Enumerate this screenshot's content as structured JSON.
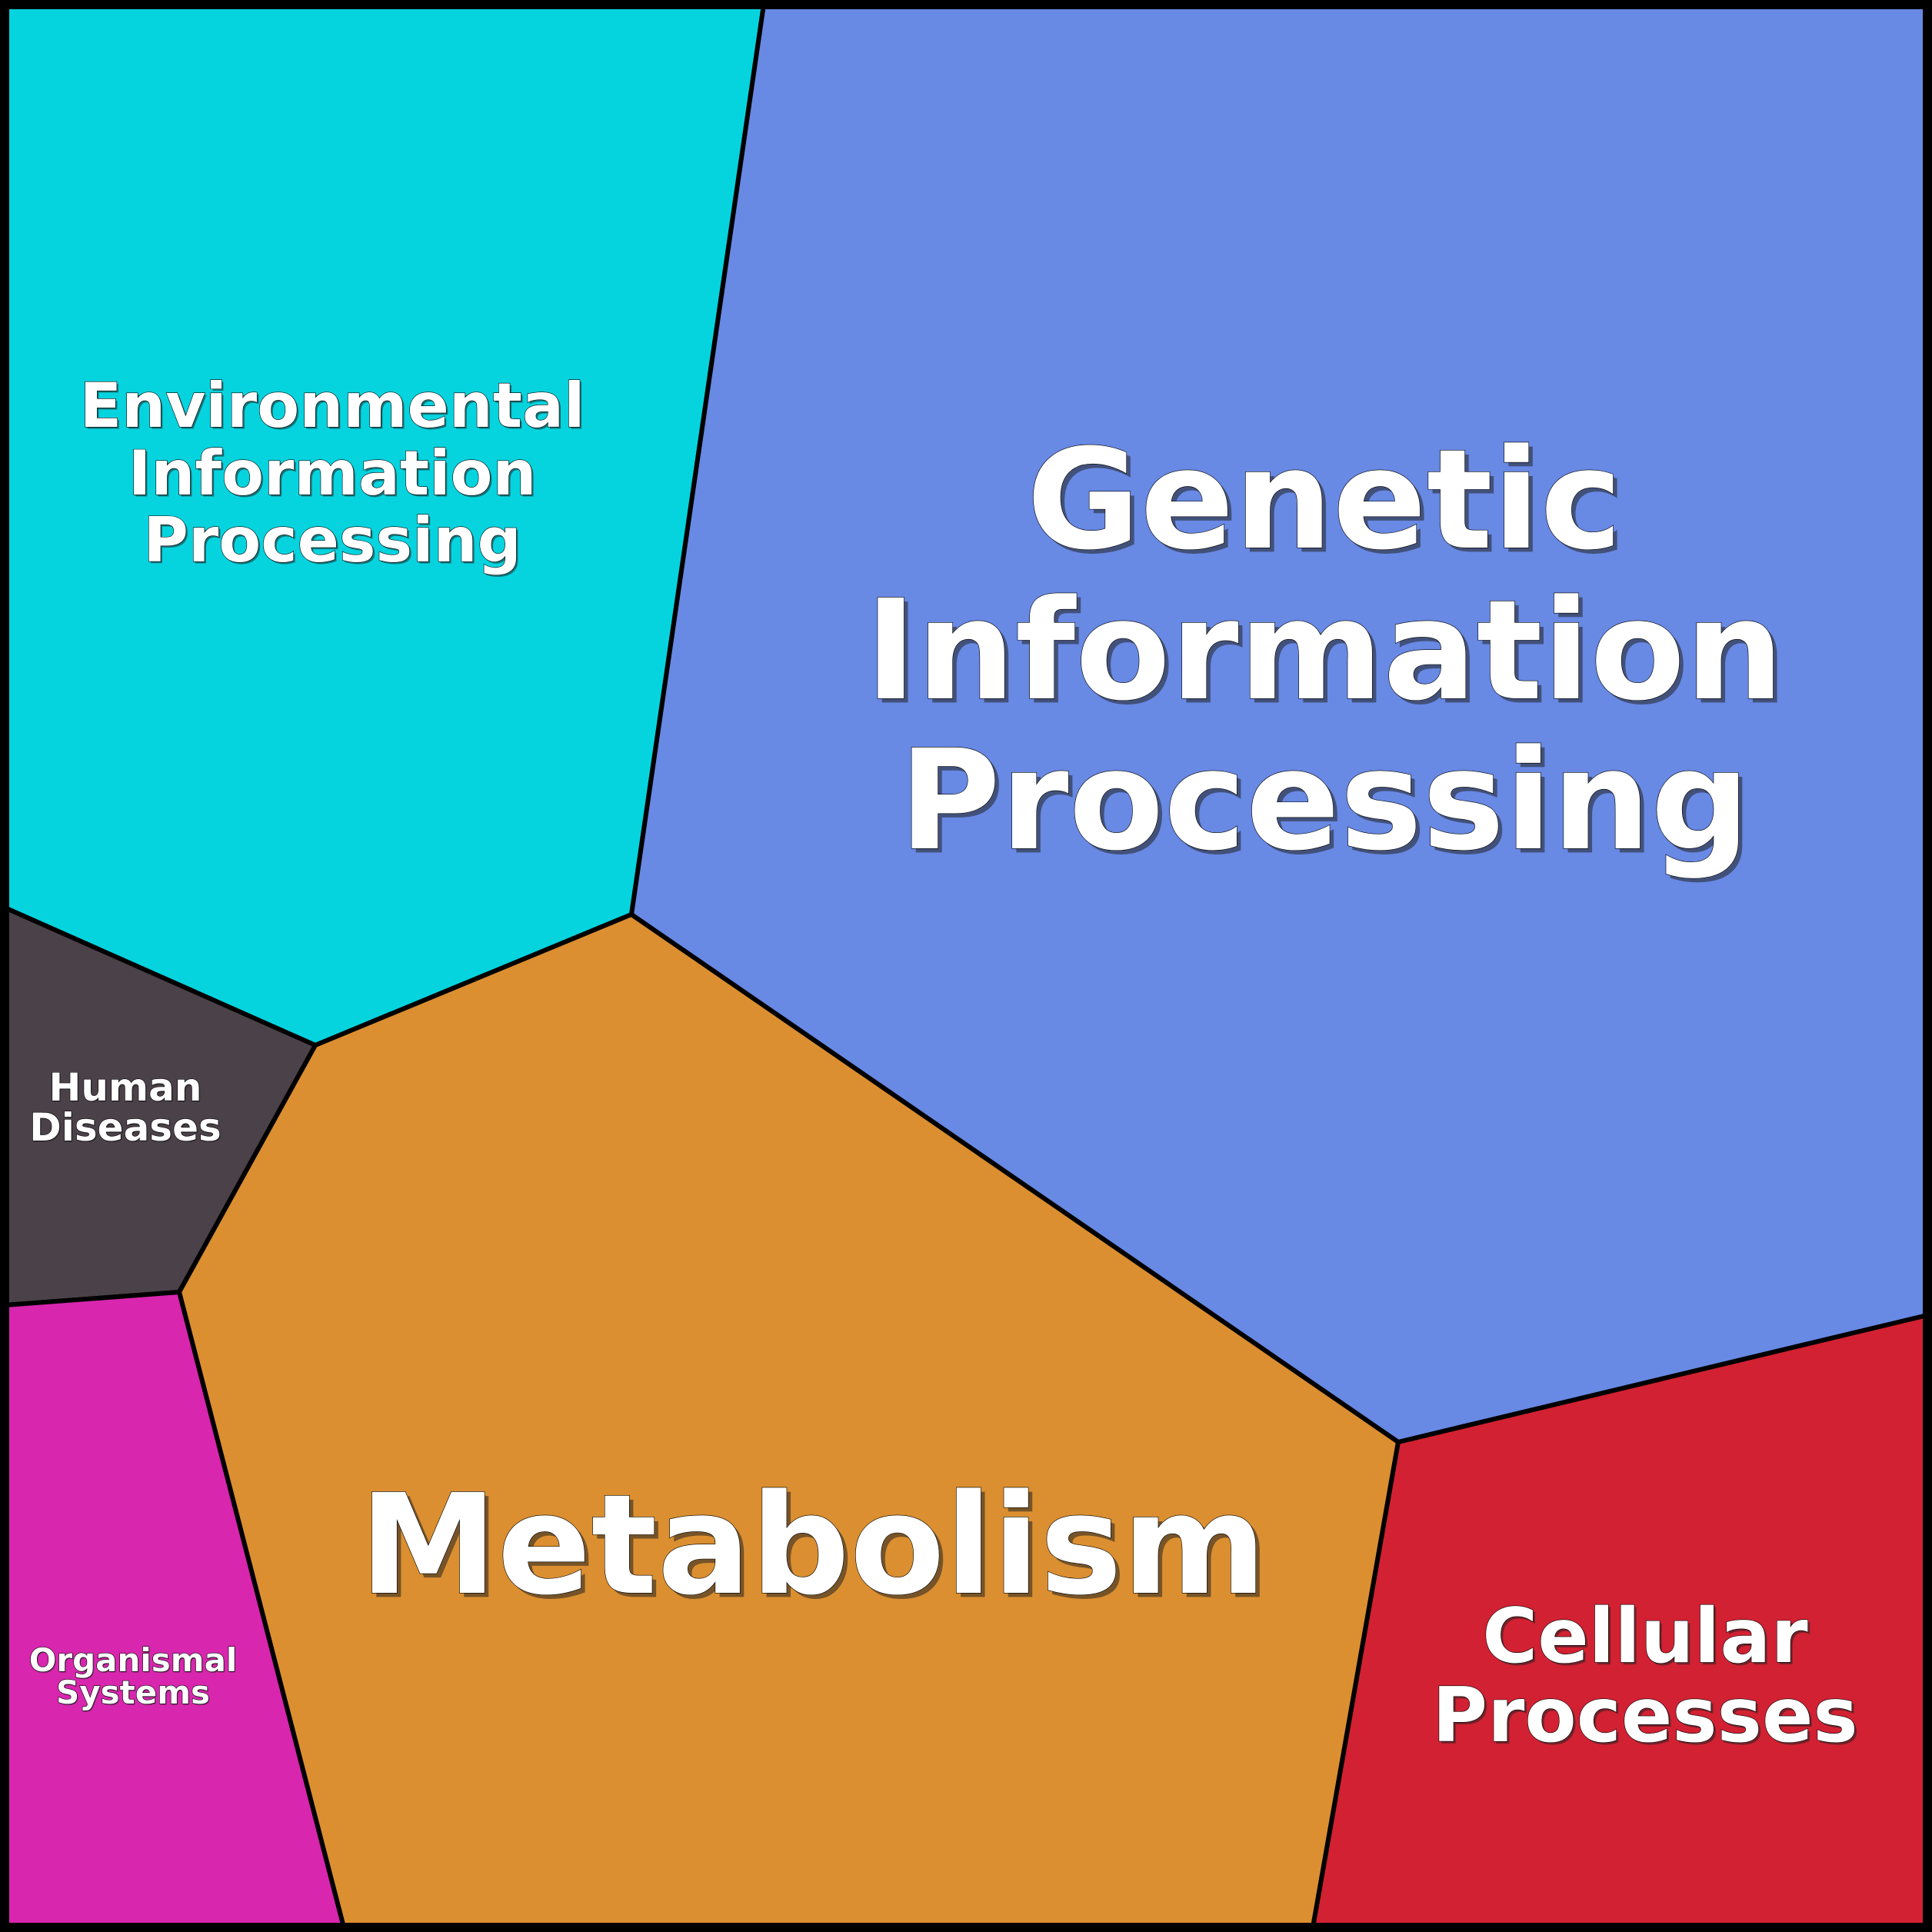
{
  "diagram": {
    "type": "voronoi-treemap",
    "cells": [
      {
        "id": "environmental",
        "label_lines": [
          "Environmental",
          "Information",
          "Processing"
        ],
        "color": "#05d4df"
      },
      {
        "id": "genetic",
        "label_lines": [
          "Genetic",
          "Information",
          "Processing"
        ],
        "color": "#6889e4"
      },
      {
        "id": "human-diseases",
        "label_lines": [
          "Human",
          "Diseases"
        ],
        "color": "#4b4148"
      },
      {
        "id": "metabolism",
        "label_lines": [
          "Metabolism"
        ],
        "color": "#db8f30"
      },
      {
        "id": "organismal",
        "label_lines": [
          "Organismal",
          "Systems"
        ],
        "color": "#d826ae"
      },
      {
        "id": "cellular",
        "label_lines": [
          "Cellular",
          "Processes"
        ],
        "color": "#d22132"
      }
    ],
    "border_color": "#000000",
    "text_color": "#ffffff"
  }
}
